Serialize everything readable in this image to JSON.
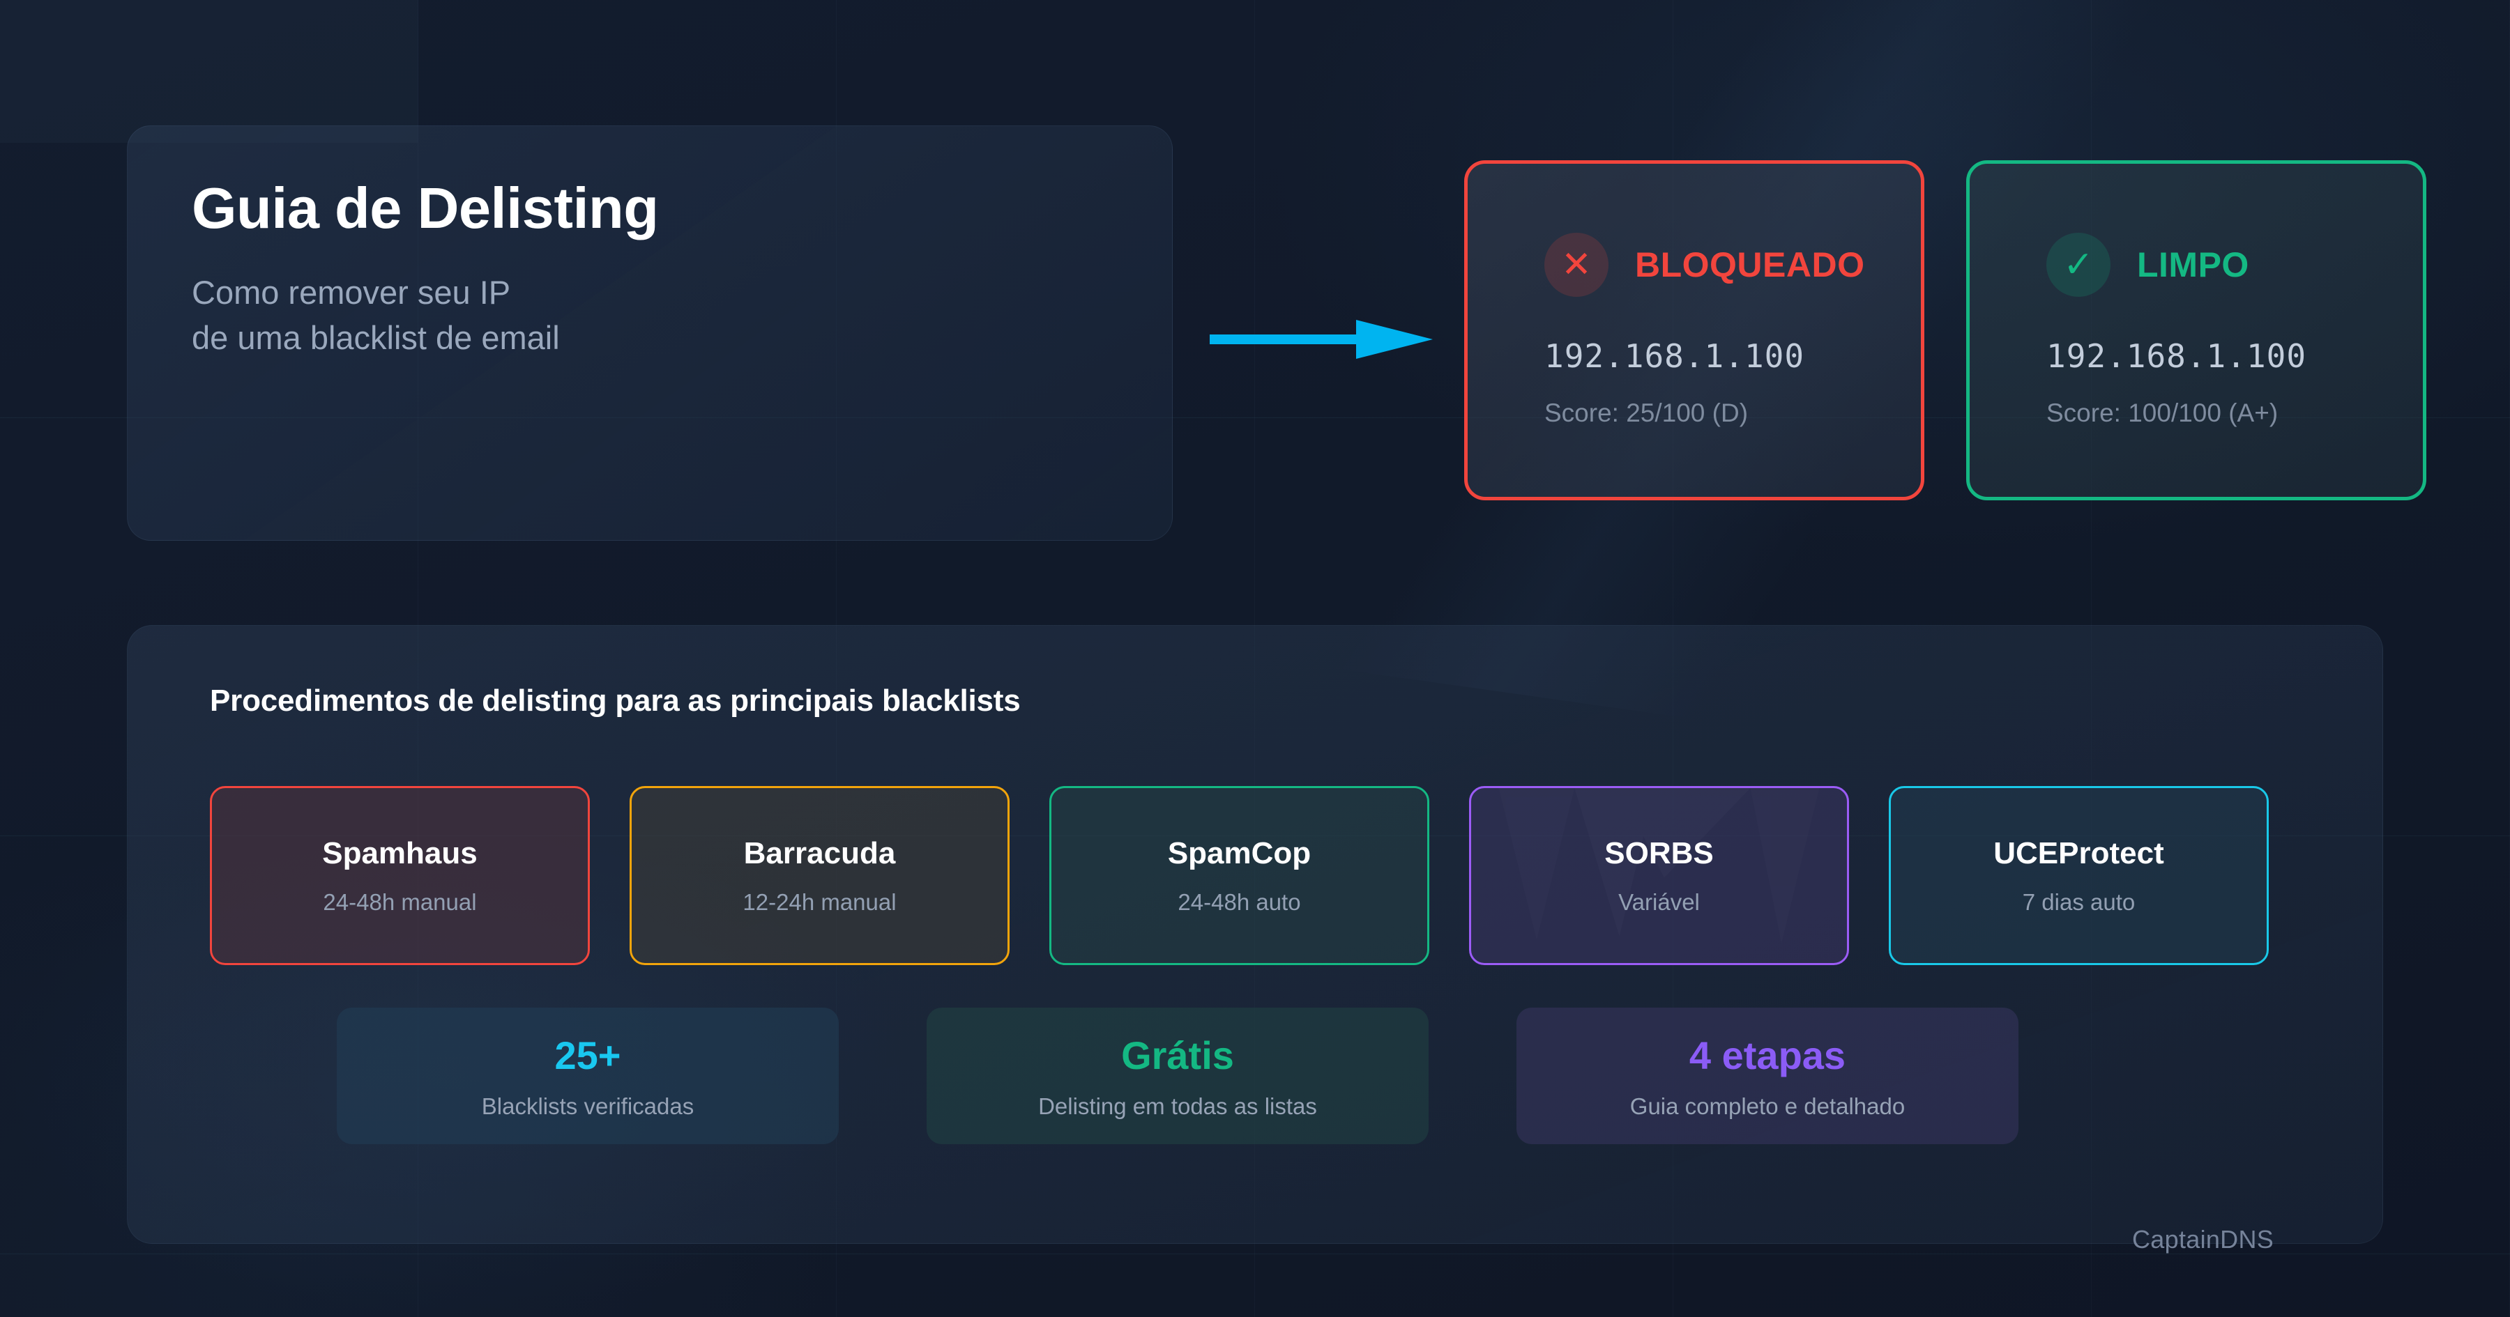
{
  "hero": {
    "title": "Guia de Delisting",
    "subtitle_line1": "Como remover seu IP",
    "subtitle_line2": "de uma blacklist de email"
  },
  "arrow": {
    "icon": "arrow-right-icon",
    "color": "#00b4f0"
  },
  "status_cards": [
    {
      "icon": "x-mark-icon",
      "icon_glyph": "✕",
      "label": "BLOQUEADO",
      "ip": "192.168.1.100",
      "score": "Score: 25/100 (D)",
      "color": "#f2453d"
    },
    {
      "icon": "check-mark-icon",
      "icon_glyph": "✓",
      "label": "LIMPO",
      "ip": "192.168.1.100",
      "score": "Score: 100/100 (A+)",
      "color": "#14b883"
    }
  ],
  "panel": {
    "heading": "Procedimentos de delisting para as principais blacklists",
    "providers": [
      {
        "name": "Spamhaus",
        "time": "24-48h manual",
        "color": "#f2453d",
        "fill": "rgba(90,52,60,0.45)"
      },
      {
        "name": "Barracuda",
        "time": "12-24h manual",
        "color": "#f2a40b",
        "fill": "rgba(68,64,56,0.45)"
      },
      {
        "name": "SpamCop",
        "time": "24-48h auto",
        "color": "#14b883",
        "fill": "rgba(38,68,72,0.45)"
      },
      {
        "name": "SORBS",
        "time": "Variável",
        "color": "#9b5cf6",
        "fill": "rgba(60,54,100,0.52)"
      },
      {
        "name": "UCEProtect",
        "time": "7 dias auto",
        "color": "#19c8e8",
        "fill": "rgba(34,62,82,0.48)"
      }
    ],
    "stats": [
      {
        "value": "25+",
        "label": "Blacklists verificadas",
        "color": "#19c8f0",
        "fill": "rgba(32,62,86,0.55)"
      },
      {
        "value": "Grátis",
        "label": "Delisting em todas as listas",
        "color": "#14b883",
        "fill": "rgba(32,68,68,0.55)"
      },
      {
        "value": "4 etapas",
        "label": "Guia completo e detalhado",
        "color": "#8b5cf6",
        "fill": "rgba(54,52,92,0.60)"
      }
    ]
  },
  "footer": {
    "brand": "CaptainDNS"
  }
}
